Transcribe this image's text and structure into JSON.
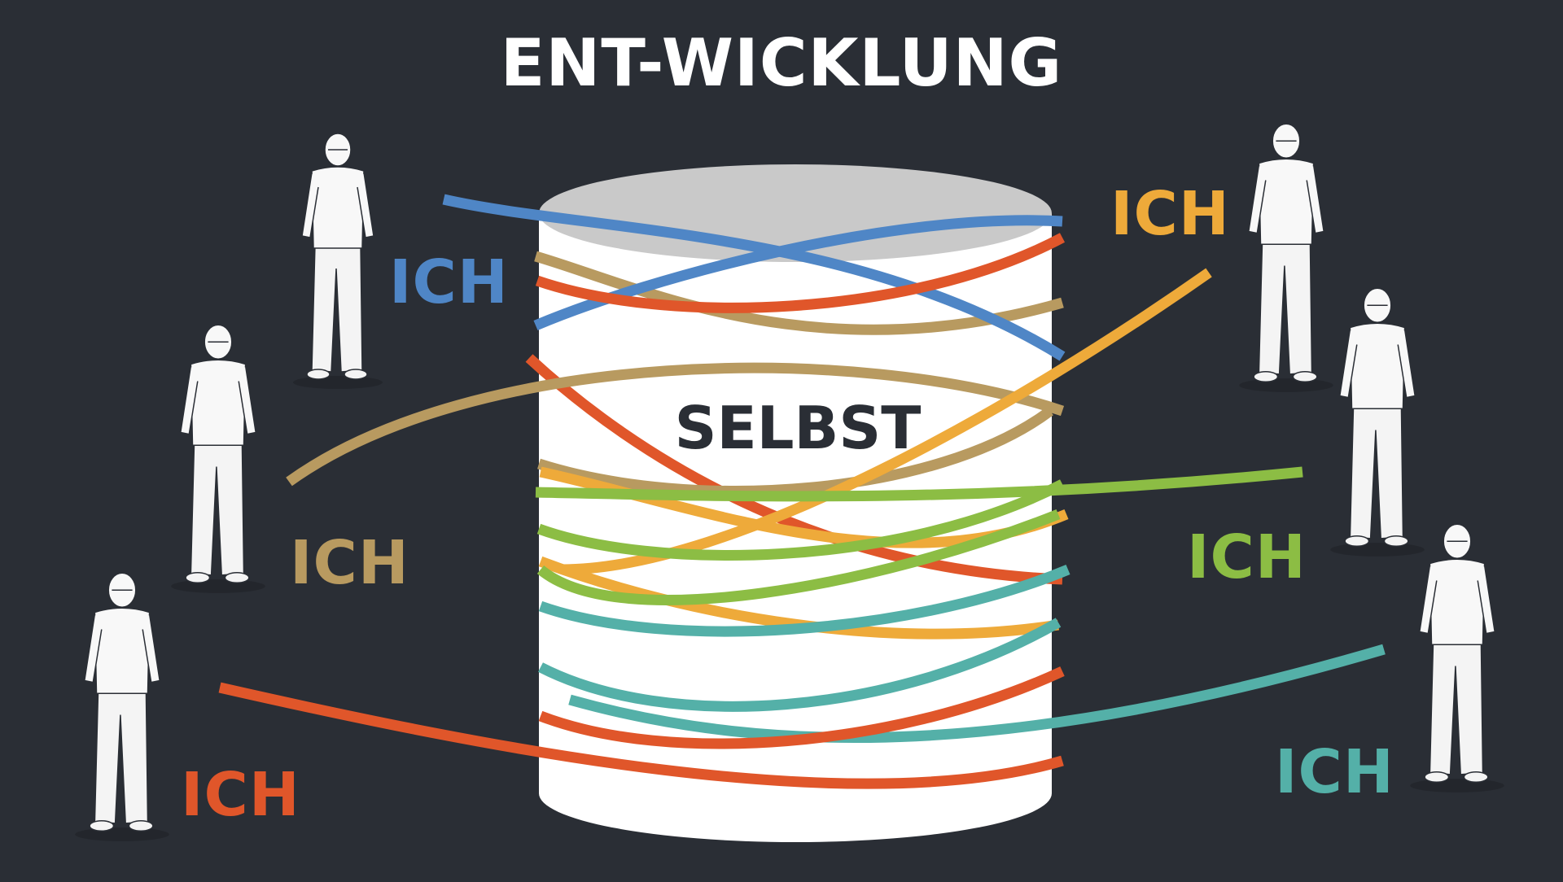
{
  "title": "ENT-WICKLUNG",
  "center_label": "SELBST",
  "colors": {
    "background": "#2a2e35",
    "cylinder_body": "#ffffff",
    "cylinder_top": "#c9c9c9",
    "blue": "#4f86c6",
    "tan": "#b89a60",
    "red": "#e0562a",
    "orange": "#eeaa3a",
    "green": "#8cbd44",
    "teal": "#54b0a8"
  },
  "labels": [
    {
      "id": "blue",
      "text": "ICH",
      "color": "#4f86c6"
    },
    {
      "id": "tan",
      "text": "ICH",
      "color": "#b89a60"
    },
    {
      "id": "red",
      "text": "ICH",
      "color": "#e0562a"
    },
    {
      "id": "orange",
      "text": "ICH",
      "color": "#eeaa3a"
    },
    {
      "id": "green",
      "text": "ICH",
      "color": "#8cbd44"
    },
    {
      "id": "teal",
      "text": "ICH",
      "color": "#54b0a8"
    }
  ],
  "people": [
    {
      "name": "person-writing-notes"
    },
    {
      "name": "person-hands-folded"
    },
    {
      "name": "person-gesturing"
    },
    {
      "name": "person-thumb-pointing"
    },
    {
      "name": "person-explaining"
    },
    {
      "name": "person-shrugging"
    }
  ]
}
